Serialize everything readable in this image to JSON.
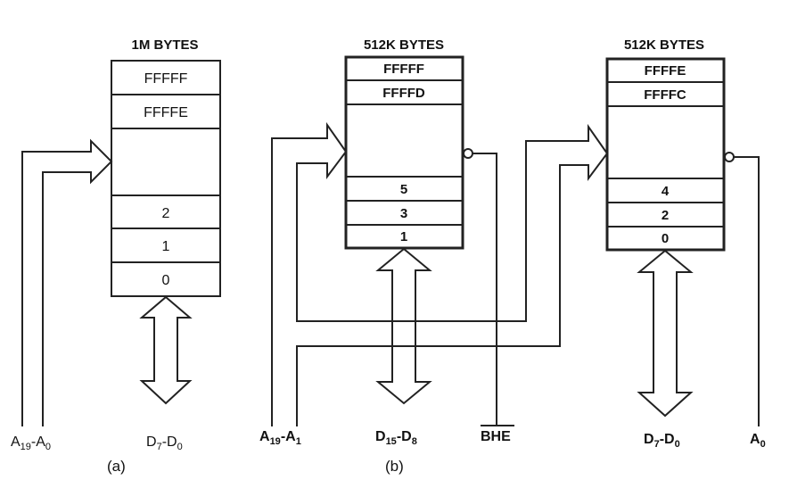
{
  "diagram_a": {
    "title": "1M BYTES",
    "cells": [
      "FFFFF",
      "FFFFE",
      "2",
      "1",
      "0"
    ],
    "address_label": "A",
    "address_sub1": "19",
    "address_mid": "-A",
    "address_sub2": "0",
    "data_label": "D",
    "data_sub1": "7",
    "data_mid": "-D",
    "data_sub2": "0",
    "caption": "(a)"
  },
  "diagram_b": {
    "high_bank": {
      "title": "512K BYTES",
      "cells": [
        "FFFFF",
        "FFFFD",
        "5",
        "3",
        "1"
      ],
      "data_label": "D",
      "data_sub1": "15",
      "data_mid": "-D",
      "data_sub2": "8"
    },
    "low_bank": {
      "title": "512K BYTES",
      "cells": [
        "FFFFE",
        "FFFFC",
        "4",
        "2",
        "0"
      ],
      "data_label": "D",
      "data_sub1": "7",
      "data_mid": "-D",
      "data_sub2": "0"
    },
    "address_label": "A",
    "address_sub1": "19",
    "address_mid": "-A",
    "address_sub2": "1",
    "bhe_label": "BHE",
    "a0_label": "A",
    "a0_sub": "0",
    "caption": "(b)"
  }
}
